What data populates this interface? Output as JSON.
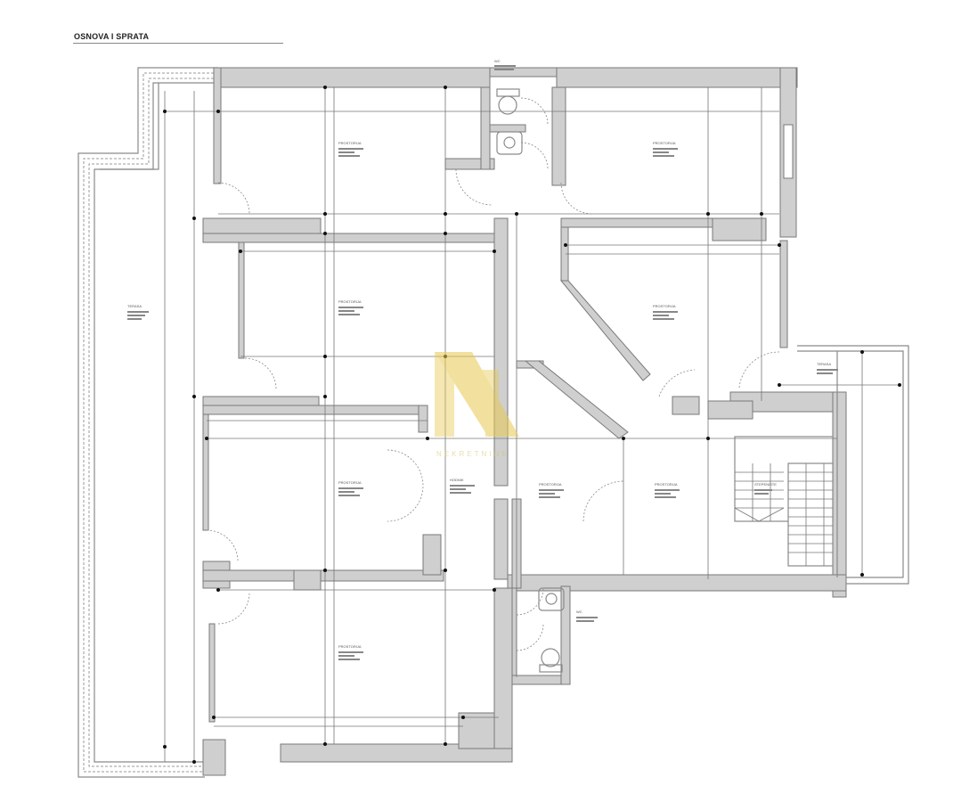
{
  "plan": {
    "title": "OSNOVA I SPRATA",
    "watermark": "NEKRETNINE",
    "colors": {
      "wall_fill": "#cfcfcf",
      "wall_stroke": "#7a7a7a",
      "line": "#8a8a8a",
      "watermark": "#e8c850"
    }
  },
  "rooms": [
    {
      "id": "room-top-left",
      "label": "PROSTORIJA"
    },
    {
      "id": "room-top-right",
      "label": "PROSTORIJA"
    },
    {
      "id": "room-mid-left",
      "label": "PROSTORIJA"
    },
    {
      "id": "room-mid-right",
      "label": "PROSTORIJA"
    },
    {
      "id": "room-lower-left",
      "label": "PROSTORIJA"
    },
    {
      "id": "room-hall",
      "label": "HODNIK"
    },
    {
      "id": "room-center",
      "label": "PROSTORIJA"
    },
    {
      "id": "room-right-center",
      "label": "PROSTORIJA"
    },
    {
      "id": "room-bottom-left",
      "label": "PROSTORIJA"
    },
    {
      "id": "room-stairs",
      "label": "STEPENISTE"
    },
    {
      "id": "room-terrace-left",
      "label": "TERASA"
    },
    {
      "id": "room-terrace-right",
      "label": "TERASA"
    },
    {
      "id": "room-wc-top",
      "label": "WC"
    },
    {
      "id": "room-wc-bottom",
      "label": "WC"
    }
  ]
}
